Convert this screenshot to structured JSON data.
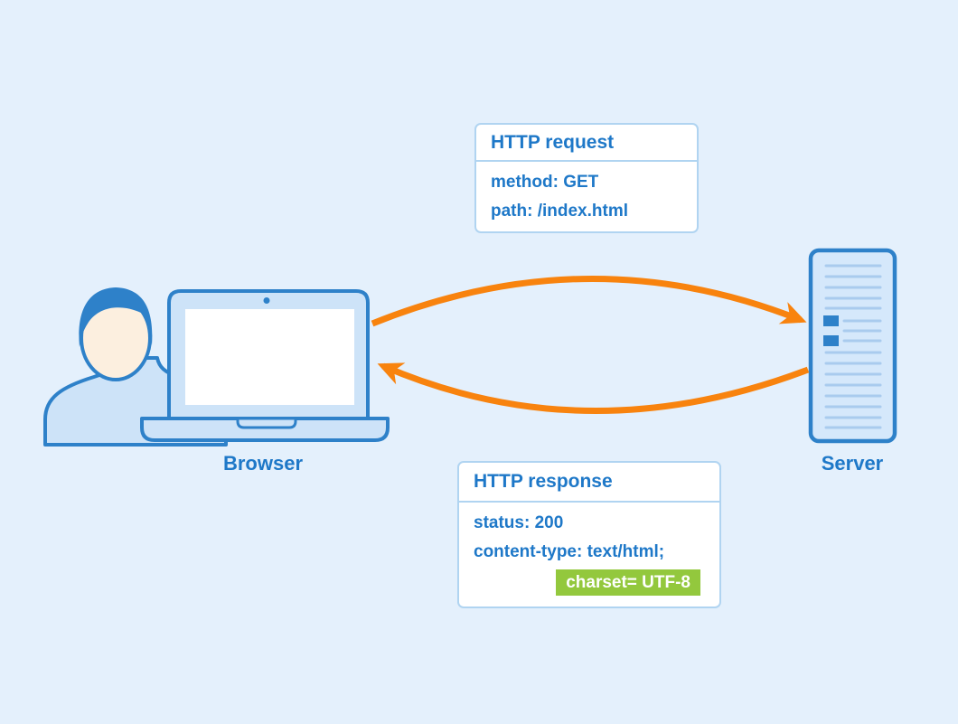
{
  "request_box": {
    "title": "HTTP request",
    "lines": [
      "method: GET",
      "path: /index.html"
    ]
  },
  "response_box": {
    "title": "HTTP response",
    "lines": [
      "status: 200",
      "content-type: text/html;"
    ],
    "highlight": "charset= UTF-8"
  },
  "labels": {
    "browser": "Browser",
    "server": "Server"
  },
  "icons": {
    "person": "person-icon",
    "laptop": "laptop-icon",
    "server": "server-icon",
    "request_arrow": "request-arrow-icon",
    "response_arrow": "response-arrow-icon"
  },
  "colors": {
    "background": "#e4f0fc",
    "stroke_blue": "#2e81c9",
    "text_blue": "#1e78c8",
    "light_fill": "#cde3f8",
    "server_fill": "#d5e8fb",
    "server_line": "#a9cbee",
    "box_border": "#b0d4f1",
    "orange": "#f8830e",
    "green": "#93c83d",
    "face": "#fcefdf"
  }
}
